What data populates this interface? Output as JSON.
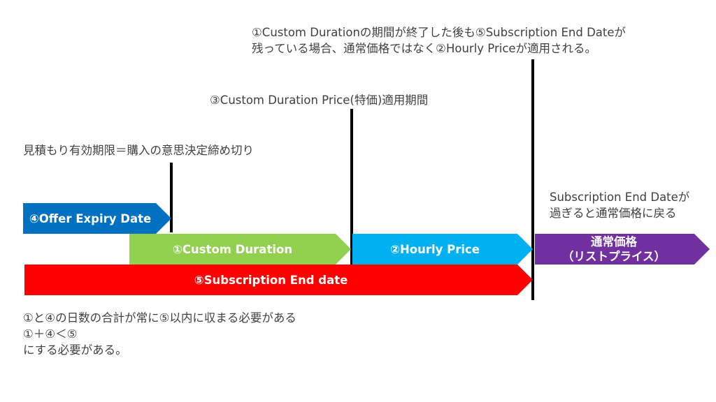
{
  "colors": {
    "offer": "#0070c0",
    "custom": "#92d050",
    "hourly": "#00b0f0",
    "subscription": "#ff0000",
    "list_price": "#7030a0",
    "marker_line": "#000000",
    "text": "#404040"
  },
  "annotations": {
    "top_note_line1": "①Custom Durationの期間が終了した後も⑤Subscription End Dateが",
    "top_note_line2": "残っている場合、通常価格ではなく②Hourly Priceが適用される。",
    "custom_price_period": "③Custom Duration Price(特価)適用期間",
    "offer_deadline": "見積もり有効期限＝購入の意思決定締め切り",
    "after_end_line1": "Subscription End Dateが",
    "after_end_line2": "過ぎると通常価格に戻る"
  },
  "bars": {
    "offer_expiry": "④Offer Expiry Date",
    "custom_duration": "①Custom Duration",
    "hourly_price": "②Hourly Price",
    "subscription_end": "⑤Subscription End date",
    "list_price_line1": "通常価格",
    "list_price_line2": "（リストプライス）"
  },
  "footnote": {
    "line1": "①と④の日数の合計が常に⑤以内に収まる必要がある",
    "line2": "①＋④＜⑤",
    "line3": "にする必要がある。"
  }
}
